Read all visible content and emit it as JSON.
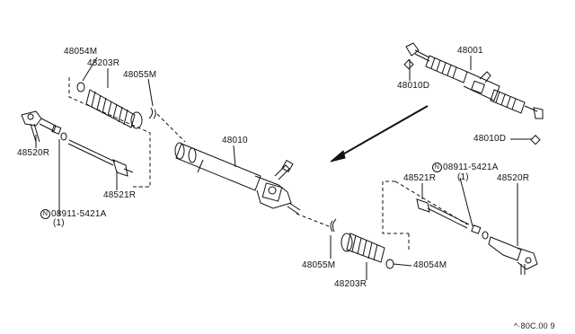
{
  "diagram": {
    "labels": {
      "p48054M_top": "48054M",
      "p48203R_top": "48203R",
      "p48055M_top": "48055M",
      "p48520R_left": "48520R",
      "p48521R_left": "48521R",
      "bolt_left_circle": "N",
      "bolt_left_num": "08911-5421A",
      "bolt_left_qty": "(1)",
      "p48010": "48010",
      "p48001": "48001",
      "p48010D_a": "48010D",
      "p48010D_b": "48010D",
      "bolt_right_circle": "N",
      "bolt_right_num": "08911-5421A",
      "bolt_right_qty": "(1)",
      "p48521R_right": "48521R",
      "p48520R_right": "48520R",
      "p48055M_bottom": "48055M",
      "p48054M_bottom": "48054M",
      "p48203R_bottom": "48203R"
    },
    "reference_code": "^·80C.00 9"
  }
}
